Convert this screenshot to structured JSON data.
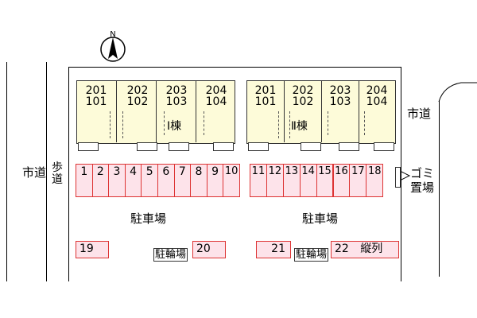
{
  "compass": {
    "label": "N"
  },
  "roads": {
    "left_road": "市道",
    "right_road": "市道",
    "sidewalk": "歩道"
  },
  "buildings": [
    {
      "name": "Ⅰ棟",
      "units": [
        {
          "upper": "201",
          "lower": "101"
        },
        {
          "upper": "202",
          "lower": "102"
        },
        {
          "upper": "203",
          "lower": "103"
        },
        {
          "upper": "204",
          "lower": "104"
        }
      ]
    },
    {
      "name": "Ⅱ棟",
      "units": [
        {
          "upper": "201",
          "lower": "101"
        },
        {
          "upper": "202",
          "lower": "102"
        },
        {
          "upper": "203",
          "lower": "103"
        },
        {
          "upper": "204",
          "lower": "104"
        }
      ]
    }
  ],
  "parking_left": [
    "1",
    "2",
    "3",
    "4",
    "5",
    "6",
    "7",
    "8",
    "9",
    "10"
  ],
  "parking_right": [
    "11",
    "12",
    "13",
    "14",
    "15",
    "16",
    "17",
    "18"
  ],
  "parking_label": "駐車場",
  "garbage": "ゴミ置場",
  "stalls_bottom": {
    "s19": "19",
    "s20": "20",
    "s21": "21",
    "s22": "22",
    "s22_note": "縦列"
  },
  "bike_parking": "駐輪場",
  "colors": {
    "parking_fill": "#fde3ea",
    "parking_border": "#dd3333",
    "building_fill": "#fdfbd9"
  }
}
